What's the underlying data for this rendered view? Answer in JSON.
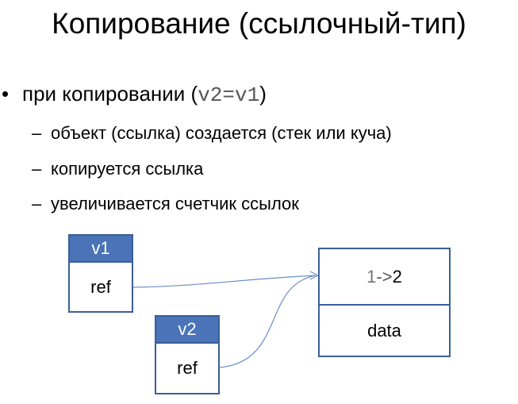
{
  "title": "Копирование (ссылочный-тип)",
  "bullet": {
    "text_before": "при копировании (",
    "code": "v2=v1",
    "text_after": ")"
  },
  "subitems": [
    "объект (ссылка) создается (стек или куча)",
    "копируется ссылка",
    "увеличивается счетчик ссылок"
  ],
  "diagram": {
    "var1": {
      "name": "v1",
      "field": "ref"
    },
    "var2": {
      "name": "v2",
      "field": "ref"
    },
    "object": {
      "count_old": "1",
      "count_arrow": "->",
      "count_new": "2",
      "data_label": "data"
    },
    "colors": {
      "header_fill": "#4a73b8",
      "border": "#3a5f98",
      "arrow": "#6a8fc8"
    }
  }
}
